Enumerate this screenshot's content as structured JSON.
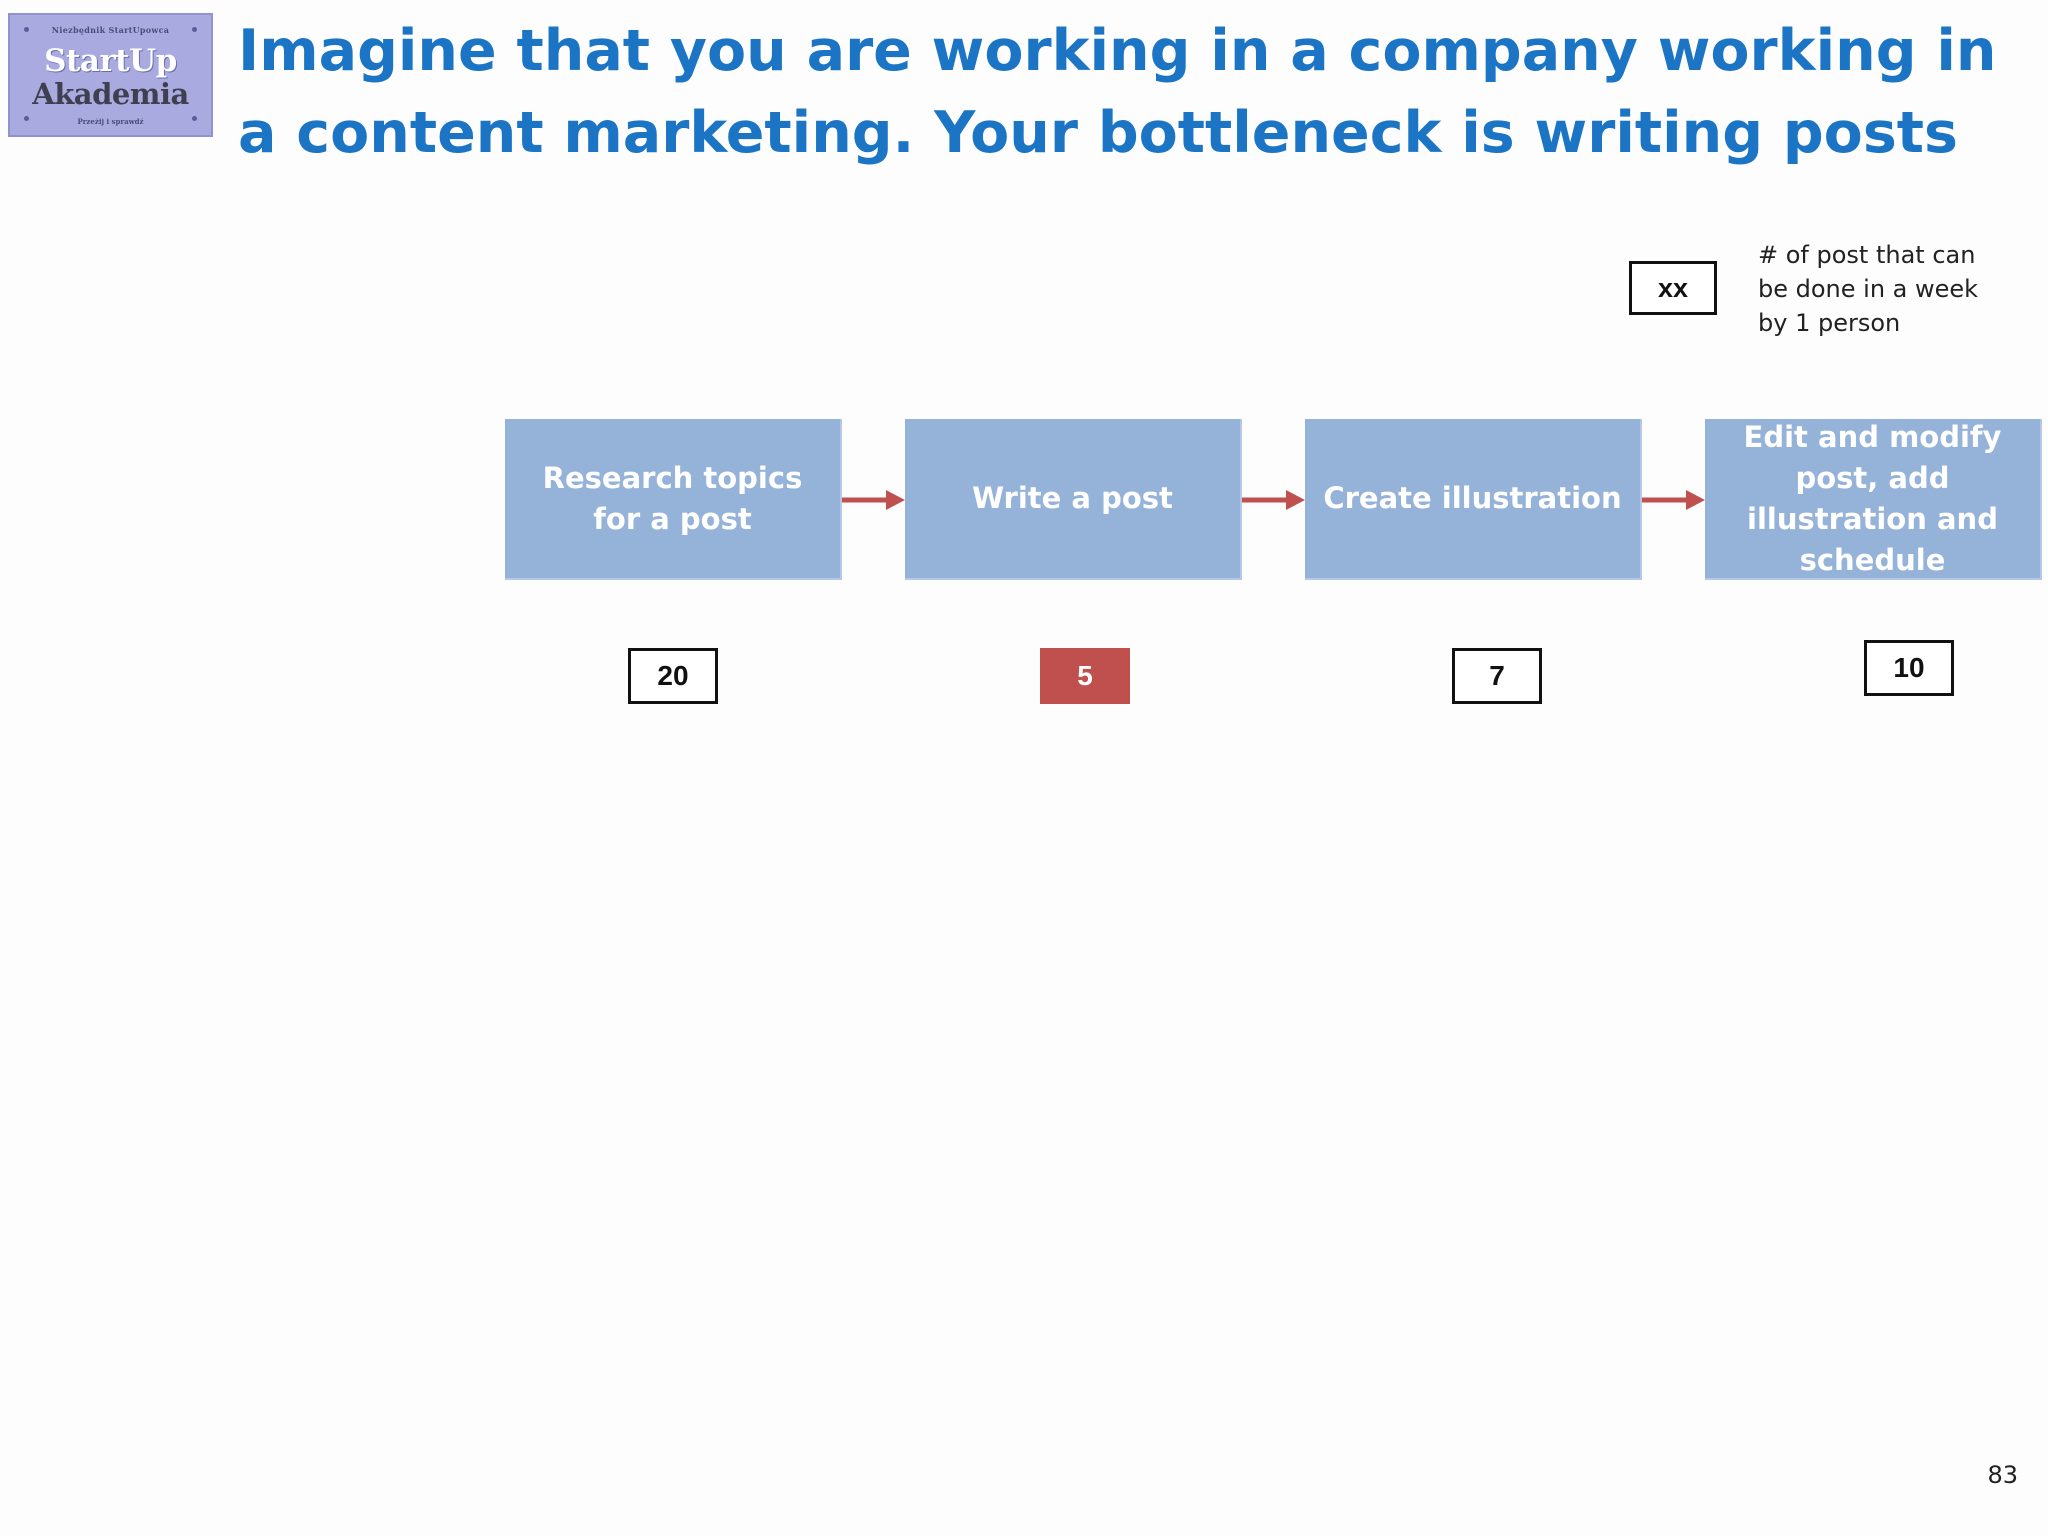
{
  "logo": {
    "top_text": "Niezbędnik StartUpowca",
    "main_text": "StartUp",
    "sub_text": "Akademia",
    "bottom_text": "Przeżij i sprawdź"
  },
  "title": "Imagine that you are working in a company working in a content marketing. Your bottleneck is writing posts",
  "legend": {
    "box_label": "xx",
    "description": "# of post that can\nbe done in a week\nby 1 person"
  },
  "process": {
    "steps": [
      {
        "label": "Research topics for a post",
        "capacity": "20",
        "bottleneck": false
      },
      {
        "label": "Write a post",
        "capacity": "5",
        "bottleneck": true
      },
      {
        "label": "Create illustration",
        "capacity": "7",
        "bottleneck": false
      },
      {
        "label": "Edit and modify post, add illustration and schedule",
        "capacity": "10",
        "bottleneck": false
      }
    ]
  },
  "colors": {
    "title": "#1b75c4",
    "step_fill": "#95b2d9",
    "arrow": "#c0504d",
    "bottleneck_fill": "#c0504d",
    "logo_fill": "#a9abe0"
  },
  "slide_number": "83"
}
